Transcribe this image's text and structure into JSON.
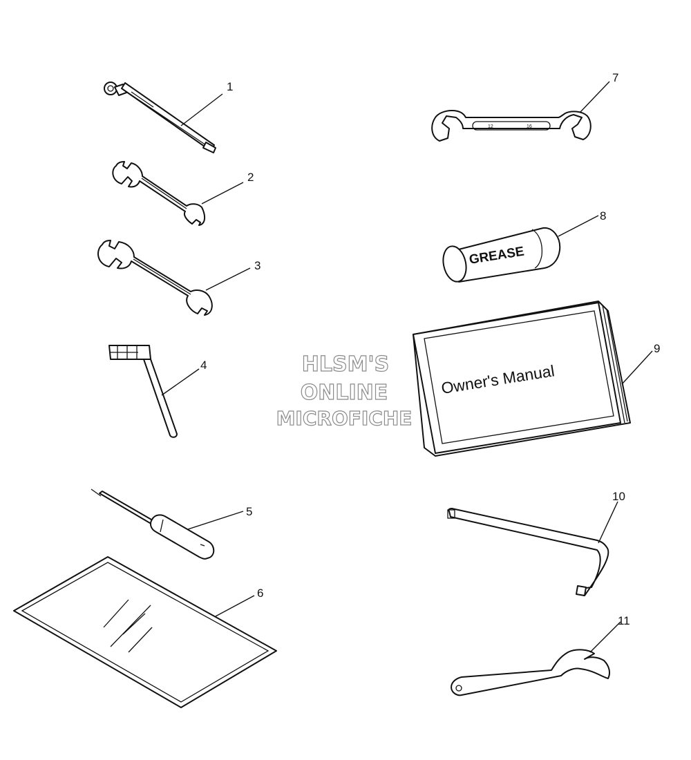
{
  "watermark": {
    "line1": "HLSM'S",
    "line2": "ONLINE",
    "line3": "MICROFICHE"
  },
  "callouts": [
    {
      "id": "1",
      "label": "1"
    },
    {
      "id": "2",
      "label": "2"
    },
    {
      "id": "3",
      "label": "3"
    },
    {
      "id": "4",
      "label": "4"
    },
    {
      "id": "5",
      "label": "5"
    },
    {
      "id": "6",
      "label": "6"
    },
    {
      "id": "7",
      "label": "7"
    },
    {
      "id": "8",
      "label": "8"
    },
    {
      "id": "9",
      "label": "9"
    },
    {
      "id": "10",
      "label": "10"
    },
    {
      "id": "11",
      "label": "11"
    }
  ],
  "parts": {
    "grease_label": "GREASE",
    "manual_title": "Owner's Manual",
    "wrench7_mark_left": "12",
    "wrench7_mark_right": "16"
  },
  "icons": {
    "pressure_gauge": "tire-pressure-gauge-icon",
    "wrench_small": "open-end-wrench-icon",
    "wrench_large": "open-end-wrench-icon",
    "socket_tool": "spark-plug-socket-icon",
    "screwdriver": "screwdriver-icon",
    "pouch": "tool-pouch-icon",
    "wrench_double": "double-open-wrench-icon",
    "grease_tube": "grease-tube-icon",
    "manual": "owners-manual-icon",
    "hex_key": "hex-key-icon",
    "spanner": "hook-spanner-icon"
  },
  "colors": {
    "line": "#111111",
    "watermark_stroke": "#8a8a8a",
    "background": "#ffffff"
  }
}
